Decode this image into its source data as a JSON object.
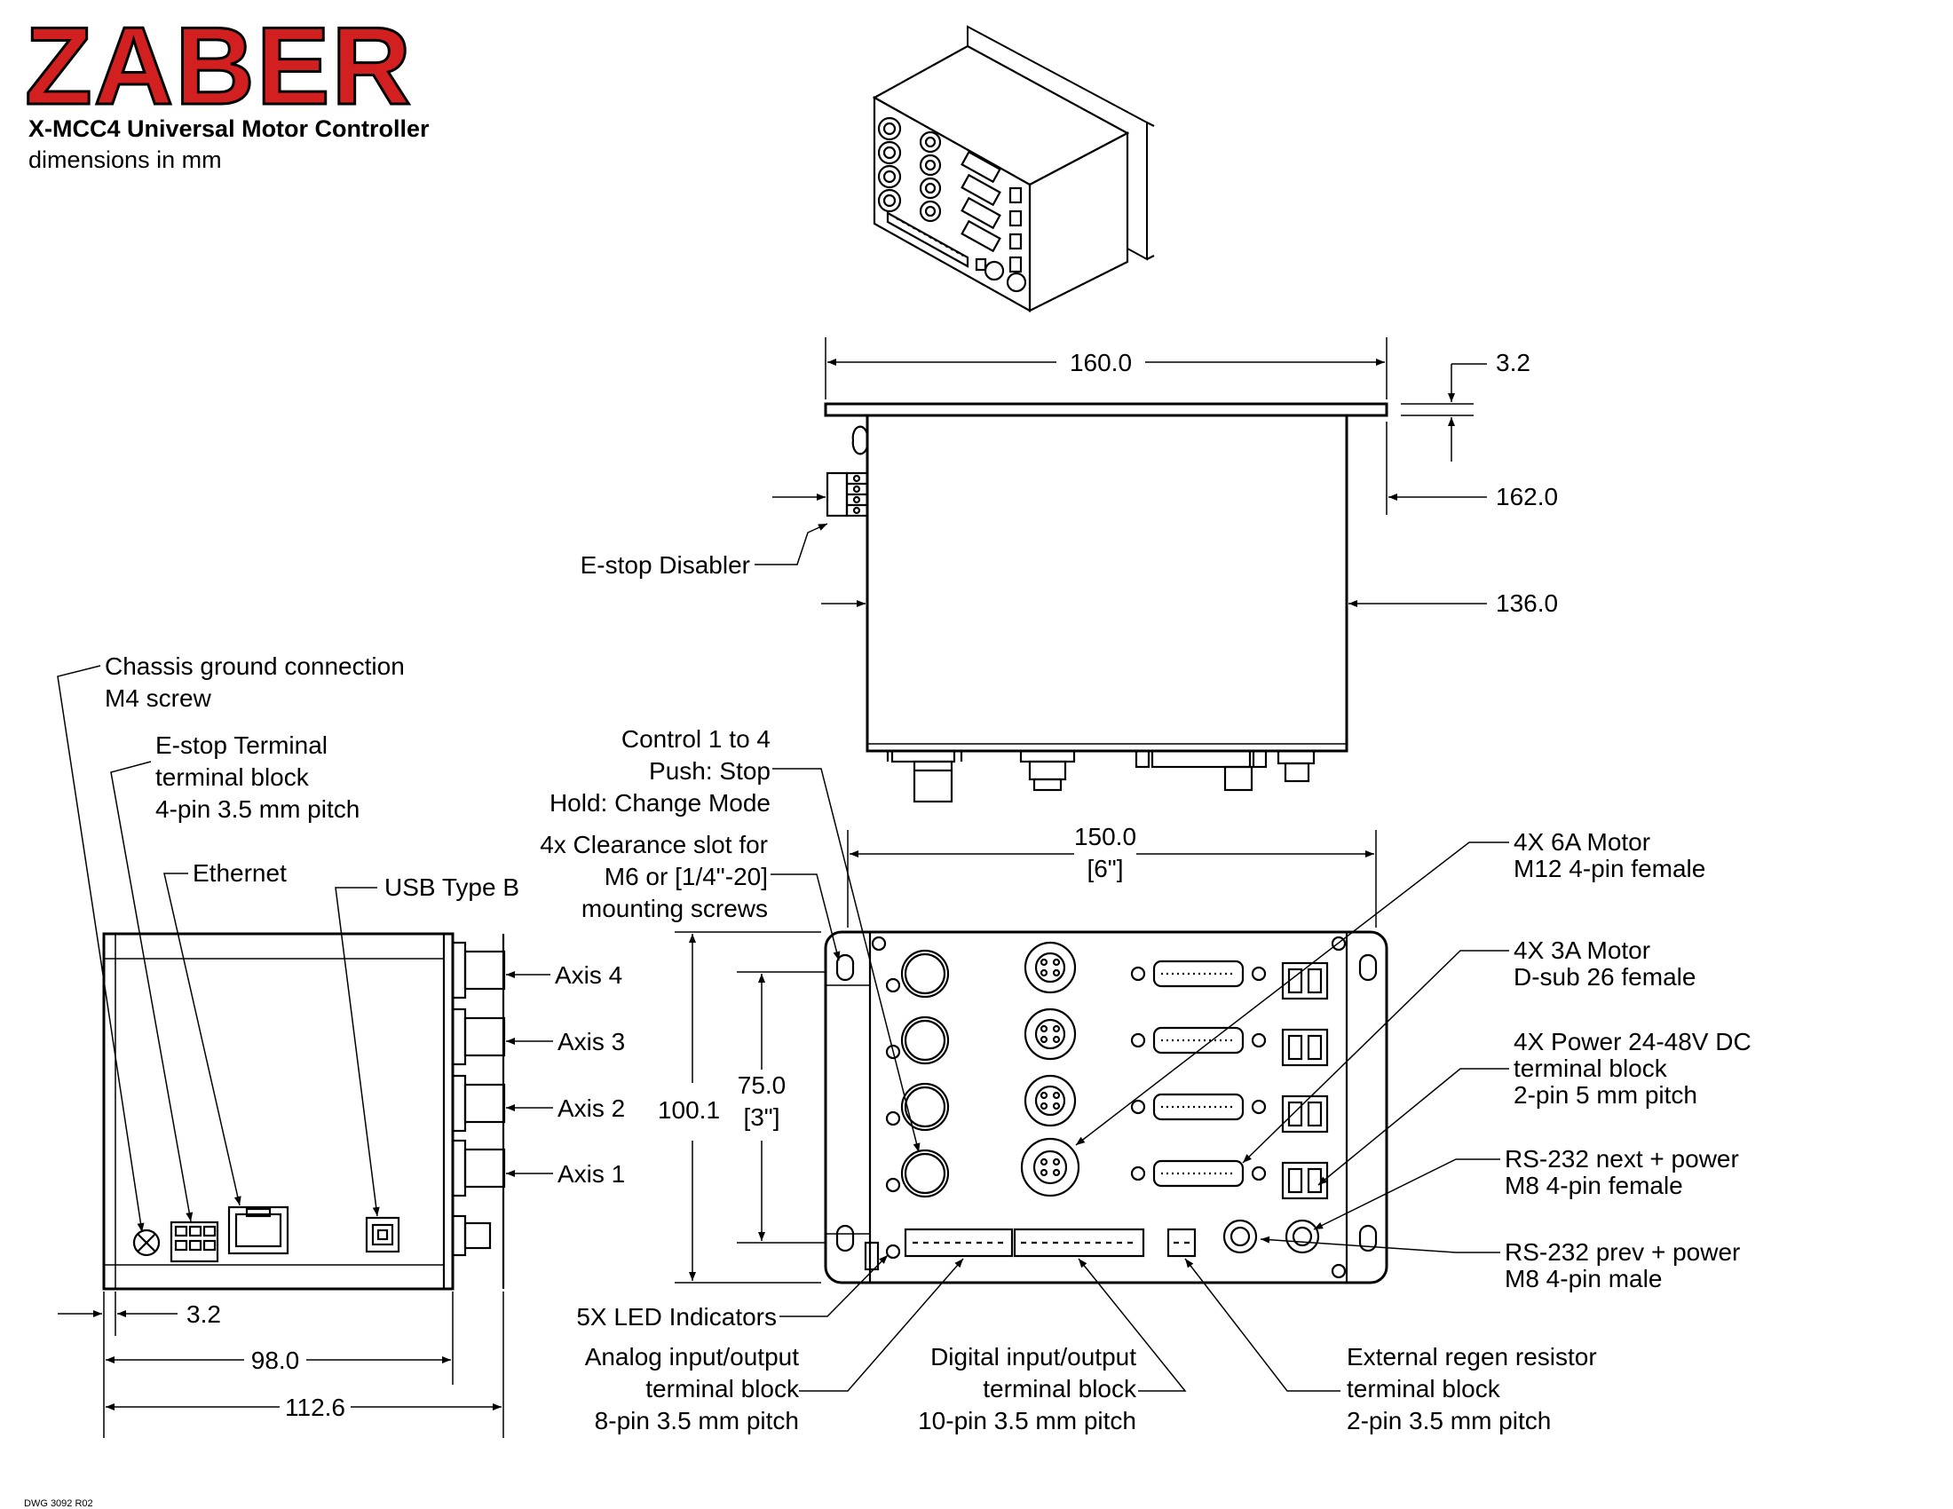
{
  "header": {
    "brand": "ZABER",
    "title": "X-MCC4 Universal Motor Controller",
    "subtitle": "dimensions in mm"
  },
  "top_view": {
    "dim_width": "160.0",
    "dim_flange": "3.2",
    "dim_depth_overall": "162.0",
    "dim_depth_body": "136.0",
    "estop_disabler_label": "E-stop Disabler"
  },
  "side_view": {
    "chassis_ground": [
      "Chassis ground connection",
      "M4 screw"
    ],
    "estop_terminal": [
      "E-stop Terminal",
      "terminal block",
      "4-pin 3.5 mm pitch"
    ],
    "ethernet": "Ethernet",
    "usb": "USB Type B",
    "axes": [
      "Axis 4",
      "Axis 3",
      "Axis 2",
      "Axis 1"
    ],
    "dim_flange": "3.2",
    "dim_body": "98.0",
    "dim_overall": "112.6"
  },
  "front_view": {
    "control": [
      "Control 1 to 4",
      "Push: Stop",
      "Hold: Change Mode"
    ],
    "clearance": [
      "4x Clearance slot for",
      "M6 or [1/4\"-20]",
      "mounting screws"
    ],
    "dim_width": "150.0",
    "dim_width_in": "[6\"]",
    "dim_height": "100.1",
    "dim_slots": "75.0",
    "dim_slots_in": "[3\"]",
    "motor_6a": [
      "4X 6A Motor",
      "M12 4-pin female"
    ],
    "motor_3a": [
      "4X 3A Motor",
      "D-sub 26 female"
    ],
    "power": [
      "4X Power 24-48V DC",
      "terminal block",
      "2-pin 5 mm pitch"
    ],
    "rs232_next": [
      "RS-232 next + power",
      "M8 4-pin female"
    ],
    "rs232_prev": [
      "RS-232 prev + power",
      "M8 4-pin male"
    ],
    "led": "5X LED Indicators",
    "analog": [
      "Analog input/output",
      "terminal block",
      "8-pin 3.5 mm pitch"
    ],
    "digital": [
      "Digital input/output",
      "terminal block",
      "10-pin 3.5 mm pitch"
    ],
    "regen": [
      "External regen resistor",
      "terminal block",
      "2-pin 3.5 mm pitch"
    ]
  },
  "footer": {
    "drawing_number": "DWG 3092 R02"
  },
  "colors": {
    "brand_red": "#d21f1f",
    "line": "#000000",
    "background": "#ffffff"
  }
}
